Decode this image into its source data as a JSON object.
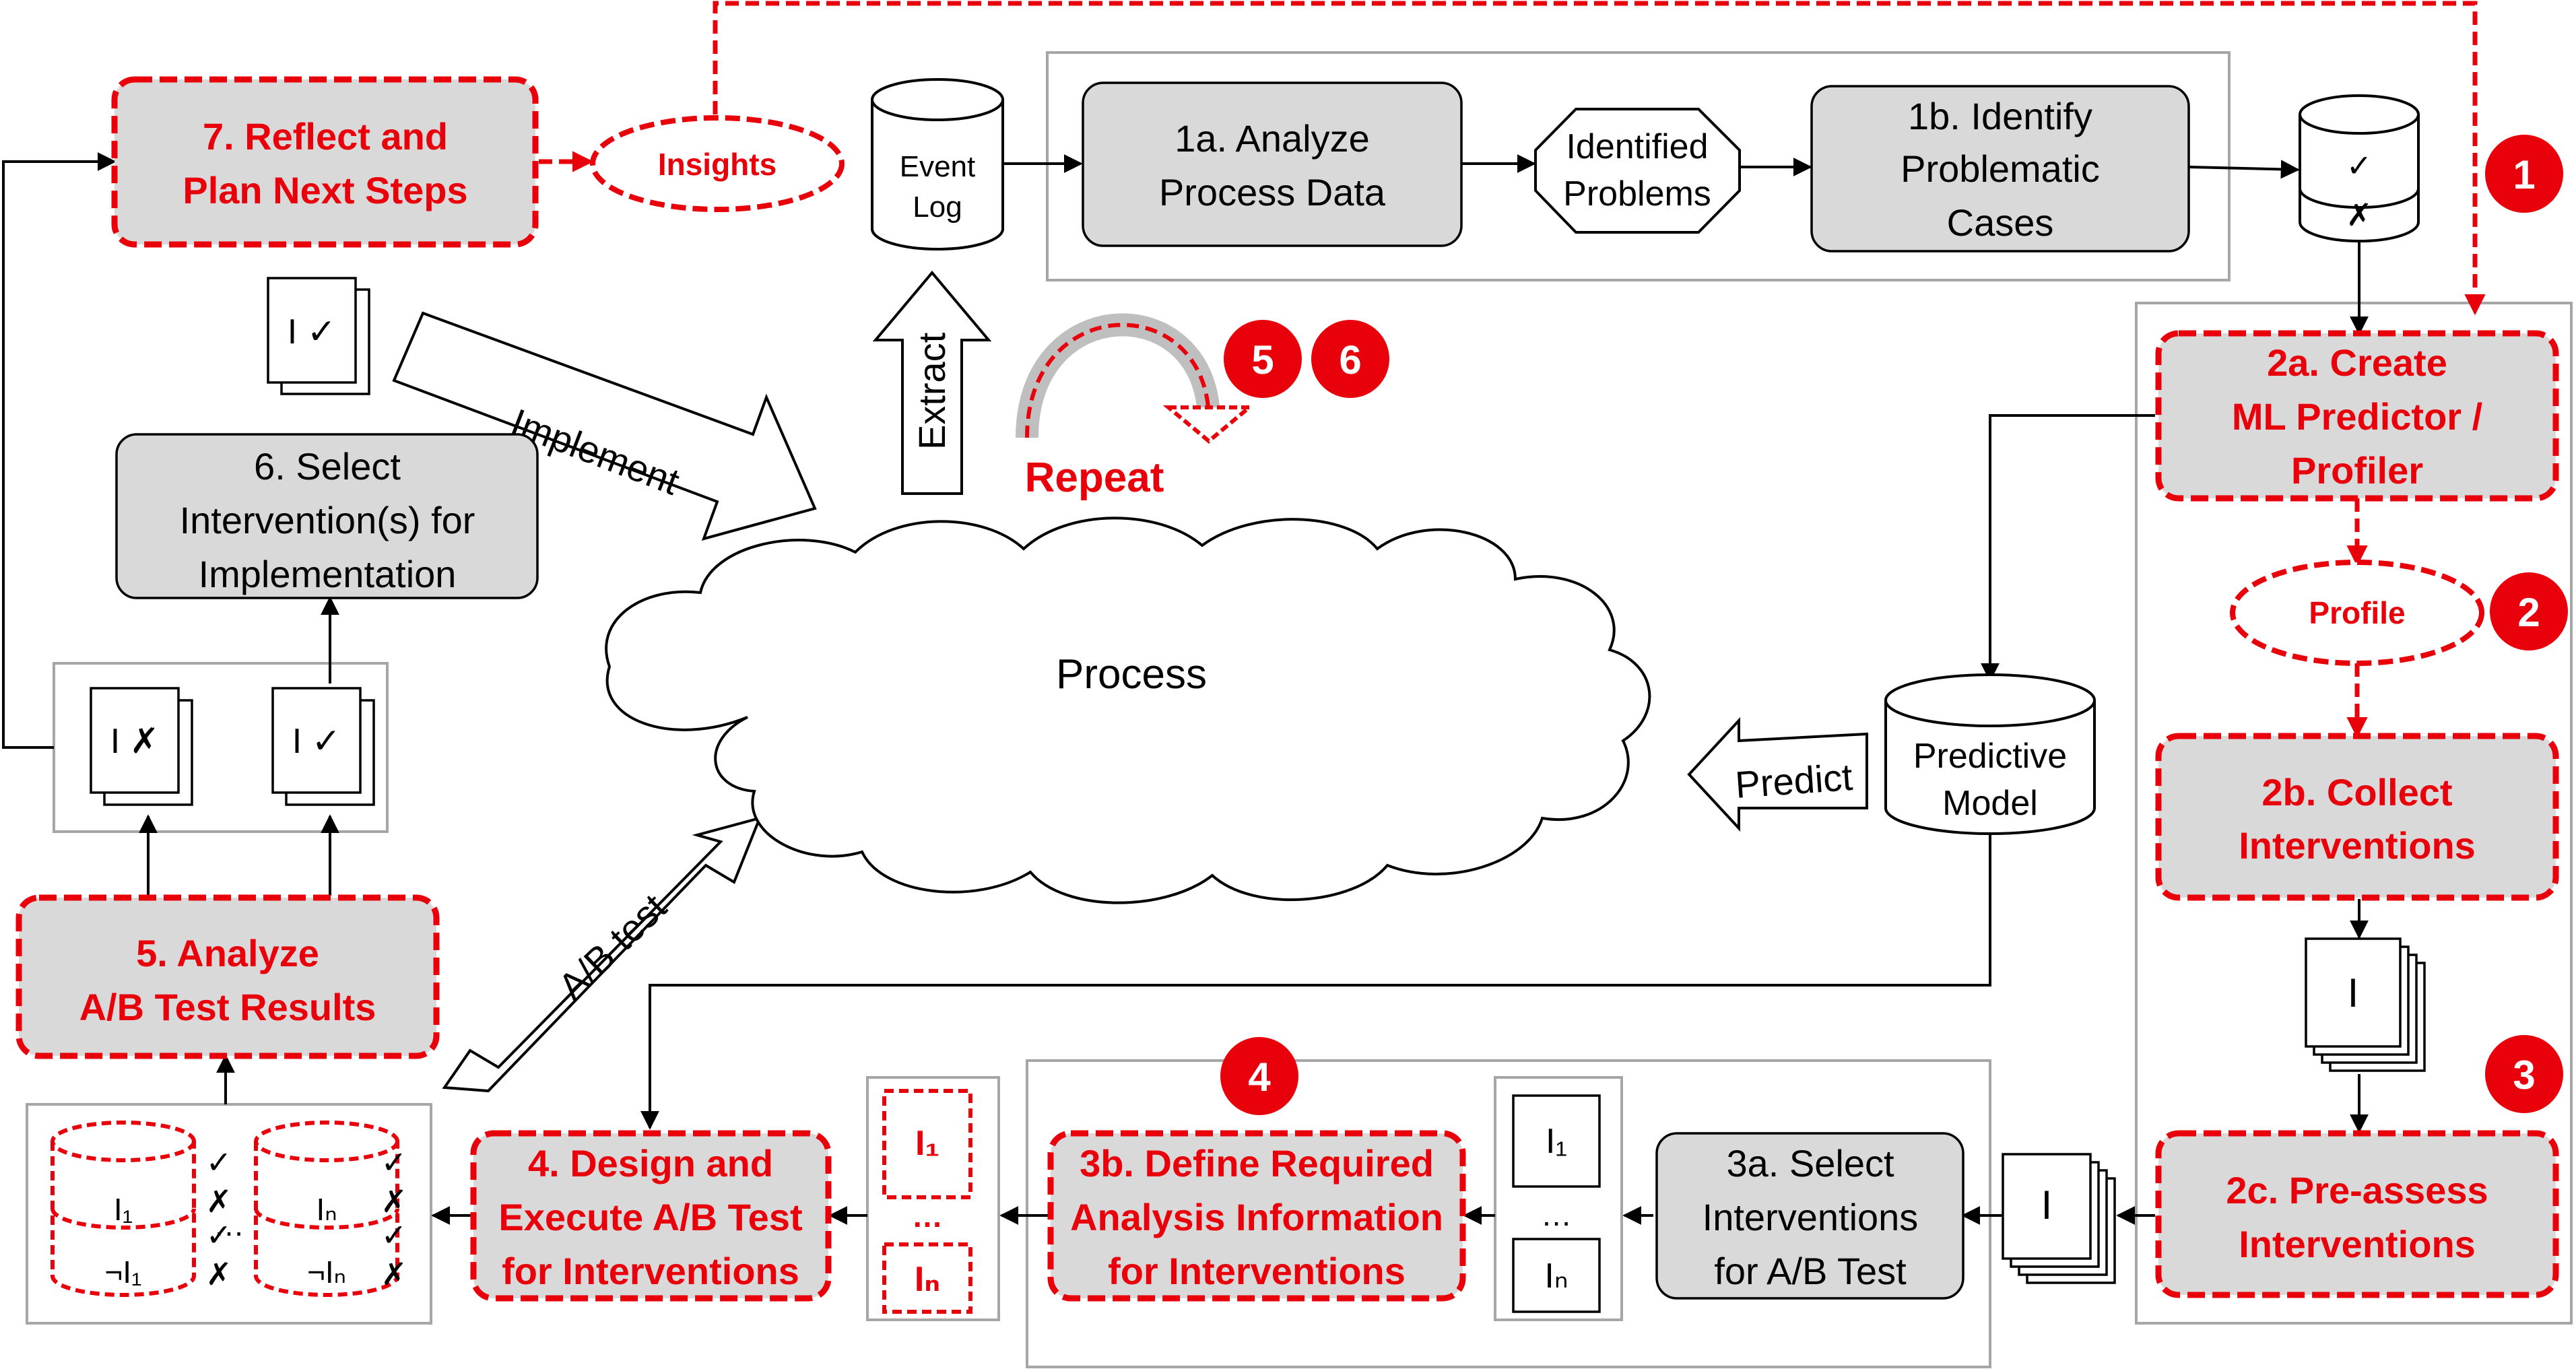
{
  "steps": {
    "s7": [
      "7. Reflect and",
      "Plan Next Steps"
    ],
    "s1a": [
      "1a. Analyze",
      "Process Data"
    ],
    "s1b": [
      "1b. Identify",
      "Problematic",
      "Cases"
    ],
    "s2a": [
      "2a. Create",
      "ML Predictor /",
      "Profiler"
    ],
    "s2b": [
      "2b. Collect",
      "Interventions"
    ],
    "s2c": [
      "2c. Pre-assess",
      "Interventions"
    ],
    "s3a": [
      "3a. Select",
      "Interventions",
      "for A/B Test"
    ],
    "s3b": [
      "3b. Define Required",
      "Analysis Information",
      "for Interventions"
    ],
    "s4": [
      "4. Design and",
      "Execute A/B Test",
      "for Interventions"
    ],
    "s5": [
      "5. Analyze",
      "A/B Test Results"
    ],
    "s6": [
      "6. Select",
      "Intervention(s) for",
      "Implementation"
    ]
  },
  "labels": {
    "insights": "Insights",
    "profile": "Profile",
    "event_log": [
      "Event",
      "Log"
    ],
    "identified_problems": [
      "Identified",
      "Problems"
    ],
    "process": "Process",
    "predictive_model": [
      "Predictive",
      "Model"
    ],
    "implement": "Implement",
    "extract": "Extract",
    "predict": "Predict",
    "ab_test": "A/B test",
    "repeat": "Repeat"
  },
  "marks": {
    "intervention": "I",
    "check": "✓",
    "cross": "✗",
    "i_check": "I ✓",
    "i_cross": "I ✗",
    "i1": "I₁",
    "in": "Iₙ",
    "not_i1": "¬I₁",
    "not_in": "¬Iₙ",
    "ellipsis": "…"
  },
  "badges": [
    "1",
    "2",
    "3",
    "4",
    "5",
    "6"
  ],
  "colors": {
    "accent_red": "#e8000b",
    "box_grey": "#d9d9d9",
    "frame_grey": "#a6a6a6"
  }
}
